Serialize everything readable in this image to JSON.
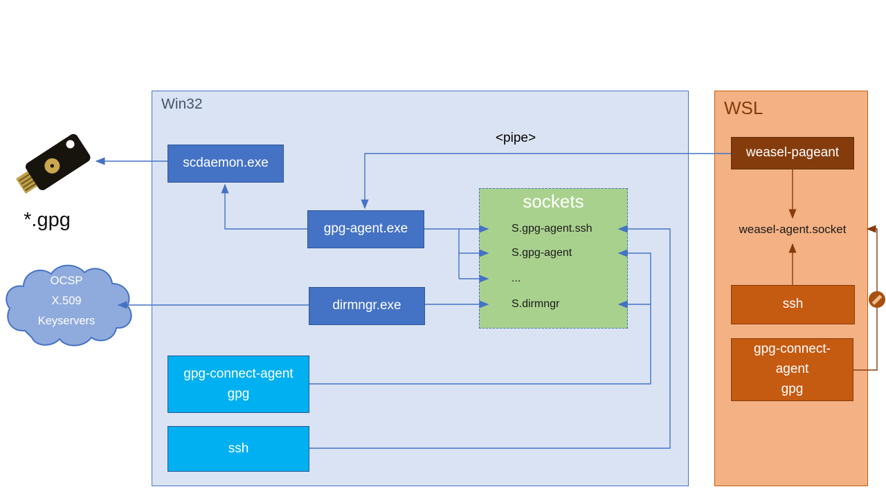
{
  "win32": {
    "label": "Win32",
    "nodes": {
      "scdaemon": {
        "label": "scdaemon.exe"
      },
      "gpg_agent": {
        "label": "gpg-agent.exe"
      },
      "dirmngr": {
        "label": "dirmngr.exe"
      },
      "gpg_connect": {
        "line1": "gpg-connect-agent",
        "line2": "gpg"
      },
      "ssh": {
        "label": "ssh"
      }
    },
    "sockets": {
      "title": "sockets",
      "items": [
        "S.gpg-agent.ssh",
        "S.gpg-agent",
        "...",
        "S.dirmngr"
      ]
    }
  },
  "wsl": {
    "label": "WSL",
    "nodes": {
      "weasel_pageant": {
        "label": "weasel-pageant"
      },
      "weasel_socket": {
        "label": "weasel-agent.socket"
      },
      "ssh": {
        "label": "ssh"
      },
      "gpg_connect": {
        "line1": "gpg-connect-",
        "line2": "agent",
        "line3": "gpg"
      }
    }
  },
  "annotations": {
    "pipe": "<pipe>",
    "gpg_files": "*.gpg"
  },
  "cloud": {
    "line1": "OCSP",
    "line2": "X.509",
    "line3": "Keyservers"
  },
  "icons": {
    "yubikey": "usb-security-key",
    "no_entry": "blocked-connection-sign",
    "cloud": "keyservers-cloud"
  },
  "colors": {
    "win32_fill": "#dae3f3",
    "win32_border": "#4472c4",
    "win32_label": "#44546a",
    "process_fill": "#4472c4",
    "process_border": "#2f5597",
    "client_fill": "#00b0f0",
    "client_border": "#2e5395",
    "sockets_fill": "#a9d18e",
    "sockets_border": "#4472c4",
    "wsl_fill": "#f4b183",
    "wsl_border": "#c55a11",
    "wsl_label": "#843c0c",
    "wsl_dark_fill": "#843c0c",
    "wsl_mid_fill": "#c55a11",
    "cloud_fill": "#8faadc",
    "cloud_border": "#4472c4",
    "arrow_blue": "#4472c4",
    "arrow_brown": "#843c0c",
    "no_entry": "#a8500f",
    "yubikey_gold": "#c8a74e"
  }
}
